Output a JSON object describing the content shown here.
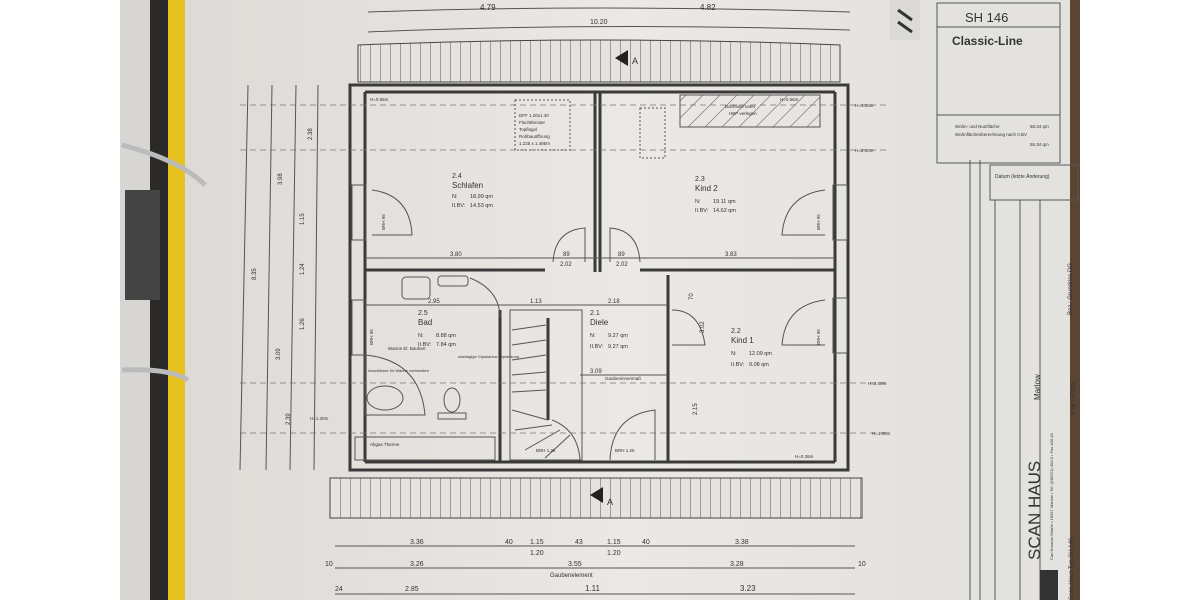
{
  "plan": {
    "top_dims": {
      "total": "10.20",
      "left": "4.79",
      "right": "4.82"
    },
    "section_marker": "A",
    "rooms": [
      {
        "number": "2.4",
        "name": "Schlafen",
        "n_label": "N:",
        "n": "18.99  qm",
        "wbv_label": "II.BV:",
        "wbv": "14.53  qm"
      },
      {
        "number": "2.3",
        "name": "Kind 2",
        "n_label": "N:",
        "n": "19.11  qm",
        "wbv_label": "II.BV:",
        "wbv": "14.62  qm"
      },
      {
        "number": "2.5",
        "name": "Bad",
        "n_label": "N:",
        "n": "8.88  qm",
        "wbv_label": "II.BV:",
        "wbv": "7.84  qm"
      },
      {
        "number": "2.1",
        "name": "Diele",
        "n_label": "N:",
        "n": "9.27  qm",
        "wbv_label": "II.BV:",
        "wbv": "9.27  qm"
      },
      {
        "number": "2.2",
        "name": "Kind 1",
        "n_label": "N:",
        "n": "12.09  qm",
        "wbv_label": "II.BV:",
        "wbv": "9.08  qm"
      }
    ],
    "notes": {
      "window_left": [
        "DFF 1.20x1.40",
        "Fluchtfenster",
        "Topflügel",
        "Rohbauöffnung",
        "1.225 x 1.485m"
      ],
      "hatch": [
        "Dachfolie unter",
        "HBP verlegen"
      ],
      "h_top": "H=0.56m",
      "h_100": "H=1.00m",
      "h_200": "H=2.00m",
      "h_130": "H=1.30m",
      "h_036": "H=0.36m",
      "brh95": "BRH 95",
      "brh125": "BRH 1.25",
      "gaubeninnenmass": "Gaubeninnenmaß",
      "abgas": "Abgas Therme",
      "wanne": "Wanne El. Bauherr",
      "anschluss": "Anschlüsse für Wanne vorbereiten",
      "gipskarton": "zweilagige Gipskarton-beplankung"
    },
    "dims_inner": {
      "schlafen_w": "3.80",
      "kind2_w": "3.83",
      "door1": "89",
      "door2": "89",
      "d202a": "2.02",
      "d202b": "2.02",
      "bad_w": "2.95",
      "d113": "1.13",
      "d218": "2.18",
      "d309": "3.09",
      "d302": "3.02",
      "d215": "2.15",
      "d70": "70"
    },
    "bottom_dims": {
      "row1": [
        "3.36",
        "40",
        "1.15",
        "43",
        "1.15",
        "40",
        "3.38"
      ],
      "row1b": [
        "1.20",
        "1.20"
      ],
      "row2": [
        "10",
        "3.26",
        "3.55",
        "3.28",
        "10"
      ],
      "row2_label": "Gaubenelement",
      "row3": [
        "24",
        "2.85",
        "1.11",
        "3.23"
      ]
    },
    "left_dims": [
      "8.35",
      "3.98",
      "3.09",
      "2.39",
      "1.24",
      "1.15",
      "1.26",
      "2.38"
    ]
  },
  "title_block": {
    "plan_no": "SH 146",
    "series": "Classic-Line",
    "area_label_1": "Wohn- und Nutzfläche",
    "area_value_1": "68.34 qm",
    "area_label_2": "Wohnflächenberechnung nach II.BV",
    "area_value_2": "55.34 qm",
    "datum": "Datum (letzte Änderung)",
    "company": "SCAN HAUS",
    "city": "Marlow",
    "address": "Carl-Kossow-Straße • 18337 Marlow • Tel. (038221) 400-0 • Fax 400-40",
    "bez": "Bez.: Grundriss DG",
    "type": "Scan Haus Typ SH 146",
    "kno": "K.Nr.: 07335"
  },
  "colors": {
    "paper": "#e9e6e3",
    "binder": "#2c2a28",
    "yellow": "#e8c21e",
    "ink": "#3a3a3a"
  }
}
